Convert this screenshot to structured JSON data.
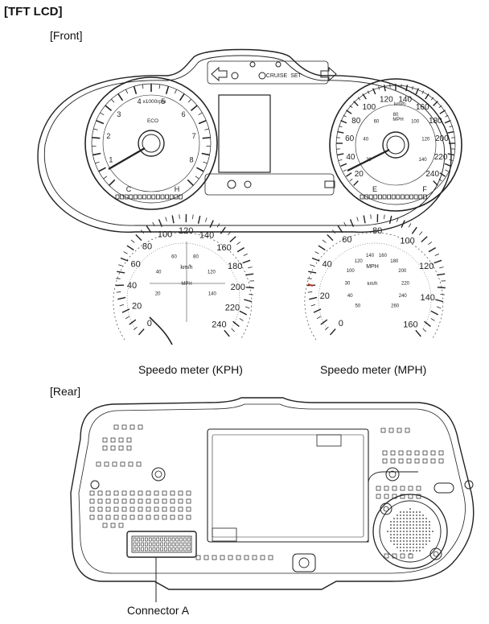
{
  "title": "[TFT LCD]",
  "sections": {
    "front": "[Front]",
    "rear": "[Rear]"
  },
  "captions": {
    "kph": "Speedo meter (KPH)",
    "mph": "Speedo meter (MPH)",
    "connector": "Connector A"
  },
  "tachometer": {
    "numbers": [
      "1",
      "2",
      "3",
      "4",
      "5",
      "6",
      "7",
      "8"
    ],
    "unit": "x1000rpm",
    "center_label": "ECO",
    "temp_low": "C",
    "temp_high": "H"
  },
  "speedometer_cluster": {
    "kmh_numbers": [
      "20",
      "40",
      "60",
      "80",
      "100",
      "120",
      "140",
      "160",
      "180",
      "200",
      "220",
      "240"
    ],
    "unit_kmh": "km/h",
    "inner_numbers": [
      "20",
      "40",
      "60",
      "80",
      "100",
      "120",
      "140"
    ],
    "inner_unit": "MPH",
    "fuel_empty": "E",
    "fuel_full": "F"
  },
  "kph_meter": {
    "numbers": [
      "0",
      "20",
      "40",
      "60",
      "80",
      "100",
      "120",
      "140",
      "160",
      "180",
      "200",
      "220",
      "240"
    ],
    "unit": "km/h",
    "inner_numbers": [
      "20",
      "40",
      "60",
      "80",
      "120",
      "140"
    ],
    "inner_unit": "MPH"
  },
  "mph_meter": {
    "numbers": [
      "0",
      "20",
      "40",
      "60",
      "80",
      "100",
      "120",
      "140",
      "160"
    ],
    "unit": "MPH",
    "inner_numbers": [
      "50",
      "40",
      "30",
      "100",
      "120",
      "140",
      "160",
      "180",
      "200",
      "220",
      "240",
      "260"
    ],
    "inner_unit": "km/h"
  },
  "indicators": {
    "cruise": "CRUISE",
    "set": "SET"
  }
}
